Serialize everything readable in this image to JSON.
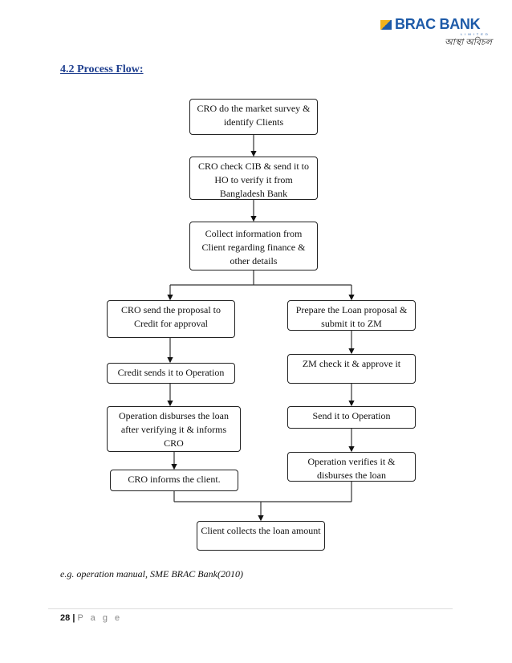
{
  "header": {
    "logo_text": "BRAC BANK",
    "logo_sub": "LIMITED",
    "logo_tagline": "আস্থা অবিচল",
    "brand_color": "#1d5aa8"
  },
  "title": "4.2 Process Flow:",
  "flow": {
    "step1": "CRO do the market survey & identify Clients",
    "step2": "CRO check CIB & send it to HO to verify it from Bangladesh Bank",
    "step3": "Collect information from Client regarding finance & other details",
    "left": [
      "CRO send the proposal to Credit for approval",
      "Credit sends it to Operation",
      "Operation disburses the loan after verifying it & informs CRO",
      "CRO informs the client."
    ],
    "right": [
      "Prepare the Loan proposal & submit it to ZM",
      "ZM check it & approve it",
      "Send it to Operation",
      "Operation verifies it & disburses the loan"
    ],
    "final": "Client collects the loan amount"
  },
  "caption": "e.g. operation manual, SME BRAC Bank(2010)",
  "footer": {
    "page_number": "28",
    "separator": "|",
    "page_label": "P a g e"
  }
}
